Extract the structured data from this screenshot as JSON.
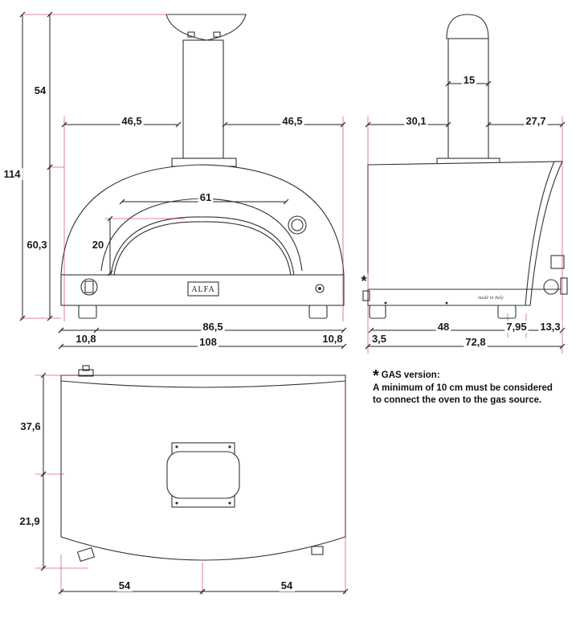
{
  "front": {
    "height_total": "114",
    "height_chimney": "54",
    "height_body": "60,3",
    "left_to_chimney": "46,5",
    "right_to_chimney": "46,5",
    "mouth_width": "61",
    "mouth_height": "20",
    "inner_width": "86,5",
    "leg_left": "10,8",
    "leg_right": "10,8",
    "total_width": "108",
    "brand": "ALFA"
  },
  "side": {
    "chimney_diameter": "15",
    "back_to_chimney": "30,1",
    "front_to_chimney": "27,7",
    "base_depth": "48",
    "back_offset": "3,5",
    "front_leg": "7,95",
    "front_projection": "13,3",
    "total_depth": "72,8",
    "made_in": "made in Italy",
    "asterisk": "*"
  },
  "top": {
    "depth_back": "37,6",
    "depth_front": "21,9",
    "half_left": "54",
    "half_right": "54"
  },
  "note": {
    "asterisk": "*",
    "title": "GAS version:",
    "line1": "A minimum of 10 cm must be considered",
    "line2": "to connect the oven to the gas source."
  }
}
